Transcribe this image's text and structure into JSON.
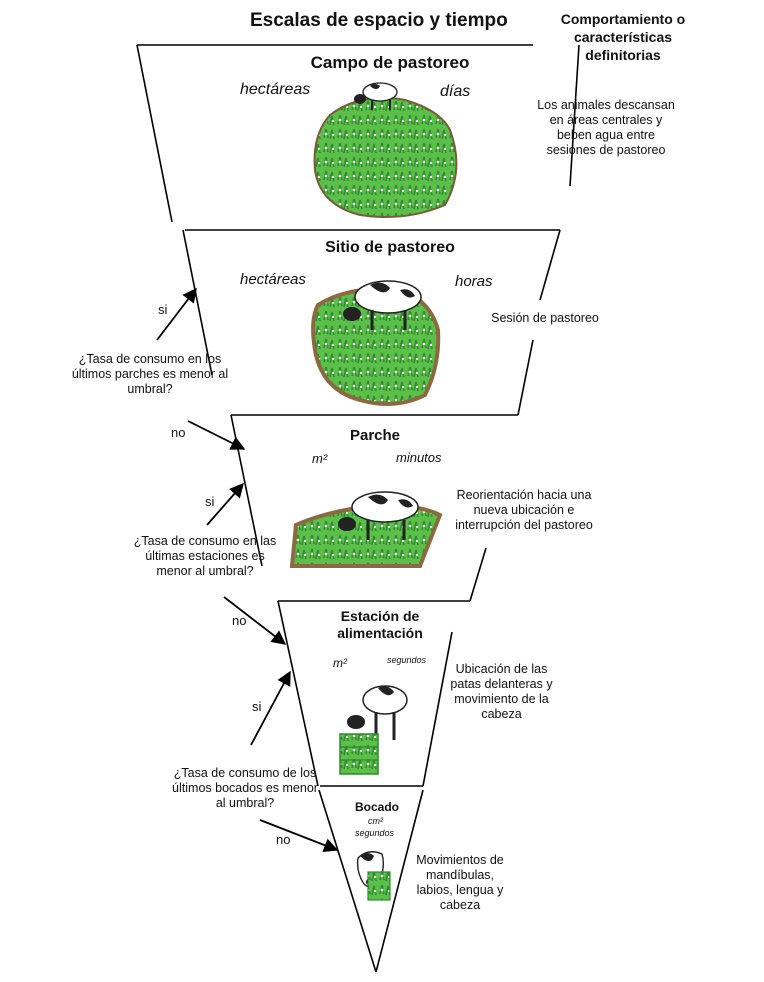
{
  "title": "Escalas de espacio y tiempo",
  "behavior_header": "Comportamiento o características definitorias",
  "levels": [
    {
      "name": "Campo de pastoreo",
      "space_unit": "hectáreas",
      "time_unit": "días",
      "description": "Los animales descansan en áreas centrales y beben agua entre sesiones de pastoreo"
    },
    {
      "name": "Sitio de pastoreo",
      "space_unit": "hectáreas",
      "time_unit": "horas",
      "description": "Sesión de pastoreo"
    },
    {
      "name": "Parche",
      "space_unit": "m²",
      "time_unit": "minutos",
      "description": "Reorientación hacia una nueva ubicación e interrupción del pastoreo"
    },
    {
      "name": "Estación de alimentación",
      "space_unit": "m²",
      "time_unit": "segundos",
      "description": "Ubicación de las patas delanteras y movimiento de la cabeza"
    },
    {
      "name": "Bocado",
      "space_unit": "cm²",
      "time_unit": "segundos",
      "description": "Movimientos de mandíbulas, labios, lengua y cabeza"
    }
  ],
  "questions": [
    {
      "text": "¿Tasa de consumo en los últimos parches es menor al umbral?",
      "yes": "si",
      "no": "no"
    },
    {
      "text": "¿Tasa de consumo en las últimas estaciones es menor al umbral?",
      "yes": "si",
      "no": "no"
    },
    {
      "text": "¿Tasa de consumo de los últimos bocados es menor al umbral?",
      "yes": "si",
      "no": "no"
    }
  ]
}
